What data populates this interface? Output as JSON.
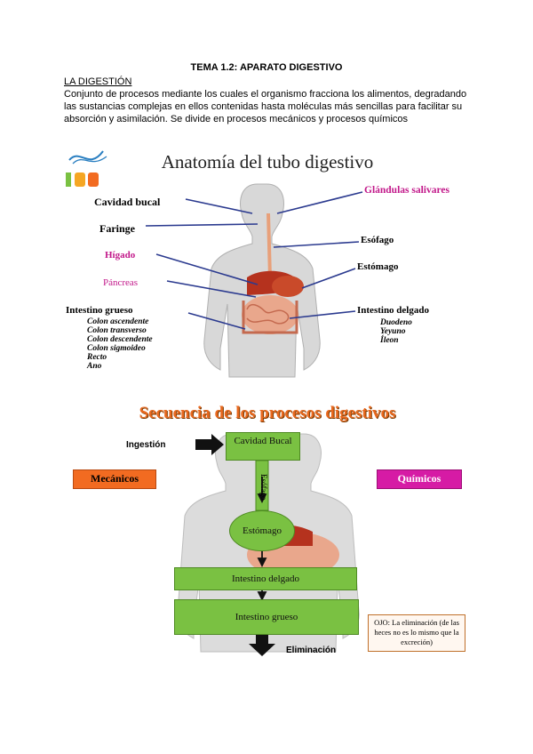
{
  "doc": {
    "title": "TEMA 1.2: APARATO DIGESTIVO",
    "section": "LA DIGESTIÓN",
    "paragraph": "Conjunto de procesos mediante los cuales el organismo fracciona los alimentos, degradando las sustancias complejas en ellos contenidas hasta moléculas más sencillas para facilitar su absorción y asimilación. Se divide en procesos mecánicos y procesos químicos"
  },
  "figure1": {
    "title": "Anatomía del tubo digestivo",
    "labels": {
      "cavidad": "Cavidad bucal",
      "faringe": "Faringe",
      "higado": "Hígado",
      "pancreas": "Páncreas",
      "grueso": "Intestino grueso",
      "glandulas": "Glándulas salivares",
      "esofago": "Esófago",
      "estomago": "Estómago",
      "delgado": "Intestino delgado"
    },
    "grueso_parts": [
      "Colon ascendente",
      "Colon transverso",
      "Colon descendente",
      "Colon sigmoideo",
      "Recto",
      "Ano"
    ],
    "delgado_parts": [
      "Duodeno",
      "Yeyuno",
      "Íleon"
    ]
  },
  "figure2": {
    "title": "Secuencia de los procesos digestivos",
    "ingestion": "Ingestión",
    "cavidad": "Cavidad Bucal",
    "esofago": "Esófago",
    "estomago": "Estómago",
    "delgado": "Intestino delgado",
    "grueso": "Intestino grueso",
    "eliminacion": "Eliminación",
    "mecanicos": "Mecánicos",
    "quimicos": "Químicos",
    "note": "OJO: La eliminación (de las heces no es lo mismo que la excreción)"
  },
  "colors": {
    "magenta": "#c2188a",
    "orange": "#f26b21",
    "pink_tag": "#d61ba5",
    "green_box": "#7ac142",
    "arrow_blue": "#2b3a8f"
  }
}
